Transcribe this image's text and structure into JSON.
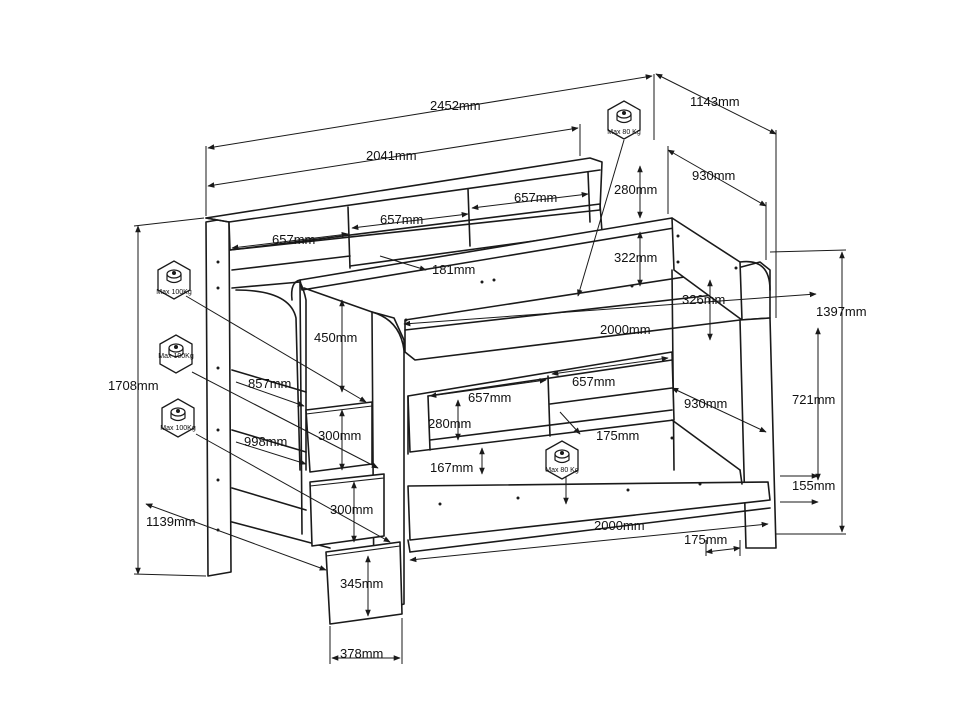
{
  "dimensions": {
    "total_length": "2452mm",
    "upper_length": "2041mm",
    "depth_total": "1143mm",
    "depth_upper": "930mm",
    "shelf_width_a": "657mm",
    "shelf_width_b": "657mm",
    "shelf_width_c": "657mm",
    "shelf_gap": "181mm",
    "guard_height": "280mm",
    "upper_side_height": "322mm",
    "upper_rail": "326mm",
    "upper_mattress": "2000mm",
    "total_height": "1397mm",
    "ladder_height": "450mm",
    "step_depth_1": "857mm",
    "step_height_1": "300mm",
    "step_depth_2": "998mm",
    "step_height_2": "300mm",
    "lower_shelf_a": "657mm",
    "lower_shelf_b": "657mm",
    "lower_shelf_height": "280mm",
    "lower_depth": "930mm",
    "lower_height": "721mm",
    "lower_shelf_depth": "175mm",
    "lower_gap": "167mm",
    "base_height": "155mm",
    "lower_mattress": "2000mm",
    "leg_offset": "175mm",
    "side_height": "1708mm",
    "stair_length": "1139mm",
    "step_bottom": "345mm",
    "step_width": "378mm"
  },
  "weight_icons": {
    "upper_bed": "Max 80  Kg",
    "step_top": "Max 100Kg",
    "step_middle": "Max 100Kg",
    "step_bottom": "Max 100Kg",
    "lower_bed": "Max 80  Kg"
  }
}
